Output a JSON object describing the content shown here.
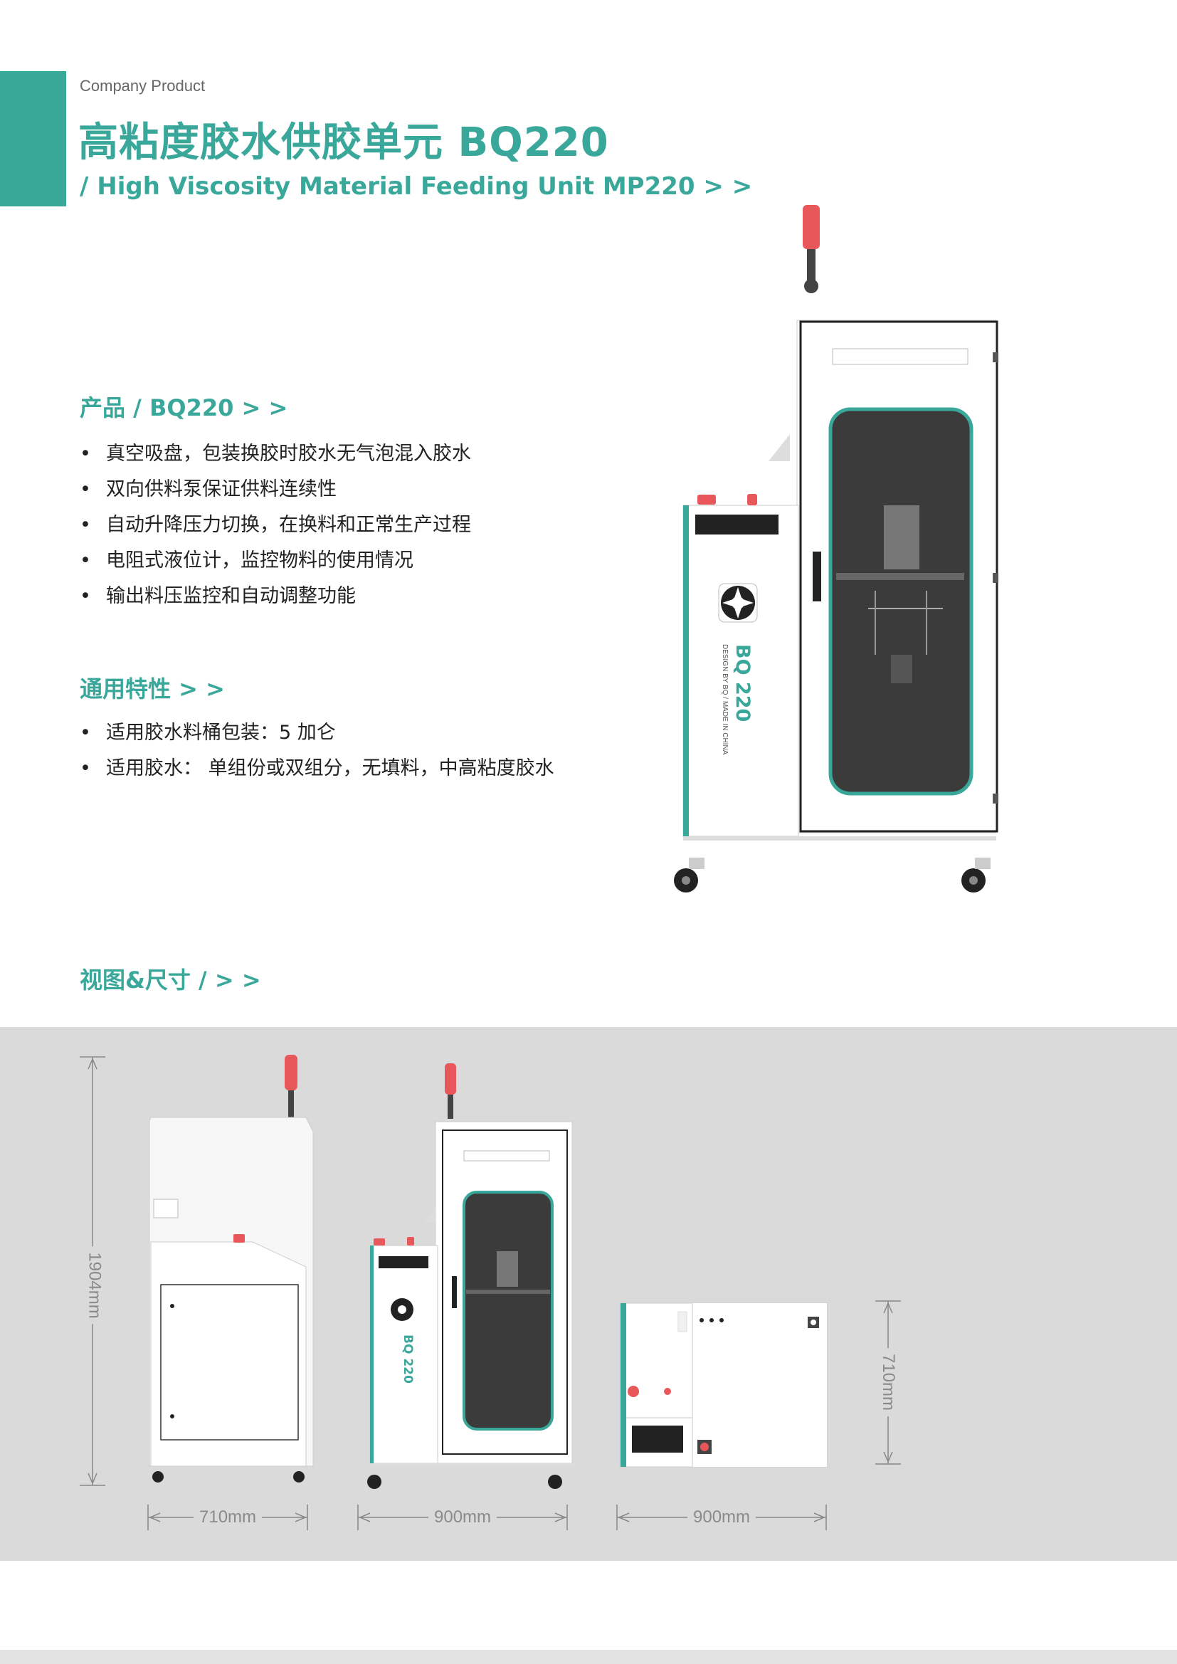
{
  "header": {
    "company": "Company Product",
    "title_cn": "高粘度胶水供胶单元 BQ220",
    "title_en": "/ High Viscosity Material Feeding Unit MP220 > >"
  },
  "product": {
    "heading": "产品 / BQ220 > >",
    "features": [
      "真空吸盘，包装换胶时胶水无气泡混入胶水",
      "双向供料泵保证供料连续性",
      "自动升降压力切换，在换料和正常生产过程",
      "电阻式液位计，监控物料的使用情况",
      "输出料压监控和自动调整功能"
    ]
  },
  "general": {
    "heading": "通用特性  > >",
    "features": [
      "适用胶水料桶包装：5 加仑",
      "适用胶水：  单组份或双组分，无填料，中高粘度胶水"
    ]
  },
  "views": {
    "heading": "视图&尺寸 /  > >",
    "height_label": "1904mm",
    "side_width_label": "710mm",
    "front_width_label": "900mm",
    "top_width_label": "900mm",
    "top_depth_label": "710mm"
  },
  "machine": {
    "badge": "BQ 220",
    "tagline": "DESIGN BY BQ / MADE IN CHINA"
  },
  "colors": {
    "accent": "#3aa79b",
    "band": "#dadada",
    "lamp": "#e8585a"
  }
}
